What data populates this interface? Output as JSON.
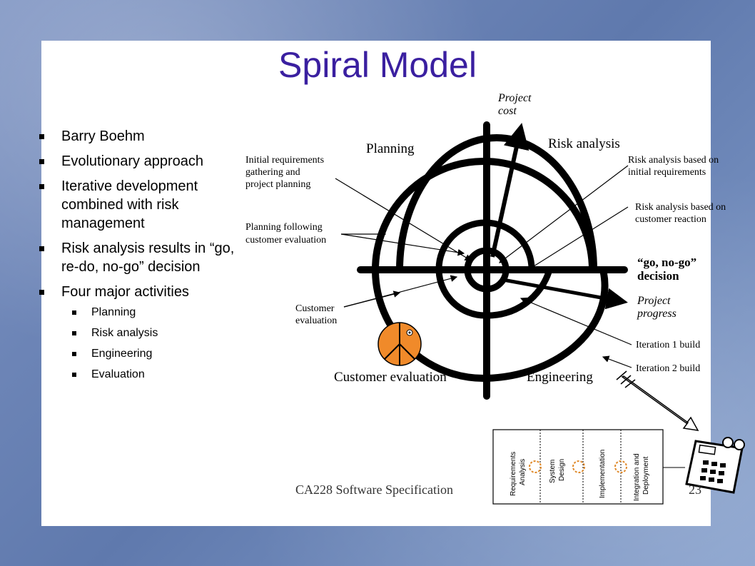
{
  "slide": {
    "title": "Spiral Model",
    "bullets": [
      "Barry Boehm",
      "Evolutionary approach",
      "Iterative development combined with risk management",
      "Risk analysis results in “go, re-do, no-go” decision",
      "Four major activities"
    ],
    "sub_bullets": [
      "Planning",
      "Risk analysis",
      "Engineering",
      "Evaluation"
    ],
    "footer": "CA228 Software Specification",
    "page_number": "23"
  },
  "diagram": {
    "quadrants": {
      "planning": "Planning",
      "risk_analysis": "Risk analysis",
      "customer_evaluation": "Customer evaluation",
      "engineering": "Engineering"
    },
    "axis_labels": {
      "project_cost_1": "Project",
      "project_cost_2": "cost",
      "project_progress_1": "Project",
      "project_progress_2": "progress"
    },
    "left_annotations": {
      "initial_1": "Initial requirements",
      "initial_2": "gathering and",
      "initial_3": "project planning",
      "following_1": "Planning following",
      "following_2": "customer evaluation",
      "customer_1": "Customer",
      "customer_2": "evaluation"
    },
    "right_annotations": {
      "risk_initial_1": "Risk analysis based on",
      "risk_initial_2": "initial requirements",
      "risk_reaction_1": "Risk analysis based on",
      "risk_reaction_2": "customer reaction",
      "gonogo_1": "“go, no-go”",
      "gonogo_2": "decision",
      "iteration1": "Iteration 1 build",
      "iteration2": "Iteration 2 build"
    },
    "phases": [
      "Requirements Analysis",
      "System Design",
      "Implementation",
      "Integration and Deployment"
    ],
    "colors": {
      "title": "#3a1fa0",
      "peace": "#f08a2a",
      "circle_arrows": "#e08a2a"
    }
  }
}
